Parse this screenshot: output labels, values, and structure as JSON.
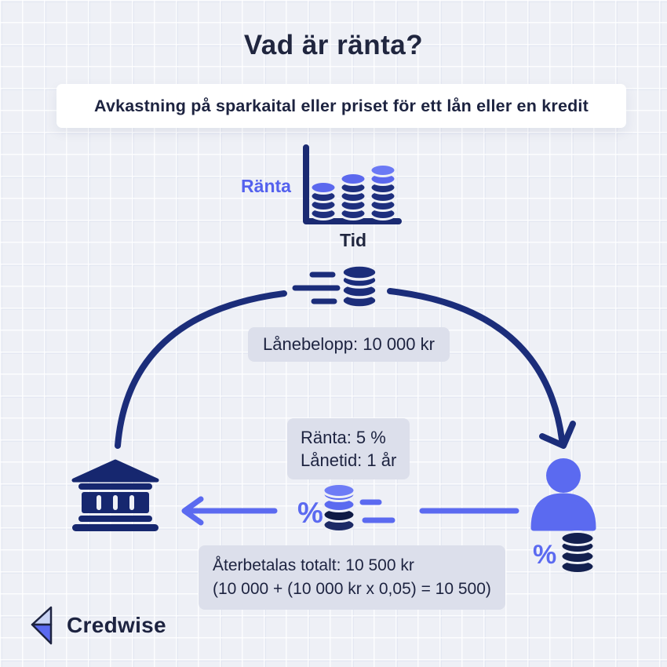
{
  "palette": {
    "background": "#eef0f6",
    "navy": "#1b2d7a",
    "navy_deep": "#13204f",
    "text_dark": "#20263f",
    "accent_violet": "#5b6af0",
    "label_bg": "#dcdfeb",
    "white": "#ffffff",
    "logo_light": "#c9d3f4"
  },
  "header": {
    "title": "Vad är ränta?",
    "subtitle": "Avkastning på sparkaital eller priset för ett lån eller en kredit"
  },
  "growth_chart": {
    "y_axis_label": "Ränta",
    "x_axis_label": "Tid",
    "coin_stacks": [
      4,
      5,
      6
    ]
  },
  "flow": {
    "loan_label": "Lånebelopp: 10 000 kr",
    "interest_line": "Ränta: 5 %",
    "term_line": "Lånetid: 1 år",
    "repayment_line1": "Återbetalas totalt: 10 500 kr",
    "repayment_line2": "(10 000 + (10 000 kr x 0,05) = 10 500)",
    "percent_symbol": "%"
  },
  "icons": {
    "growth_chart": "coin-growth-chart",
    "loan_money": "flying-coin-stack",
    "lender": "bank-building",
    "borrower": "person",
    "interest_payment": "percent-coin-stack"
  },
  "brand": {
    "name": "Credwise"
  }
}
